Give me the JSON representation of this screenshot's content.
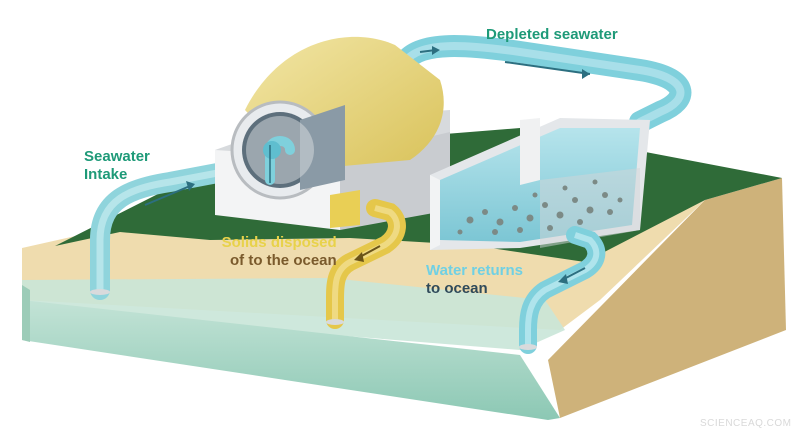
{
  "labels": {
    "intake_line1": "Seawater",
    "intake_line2": "Intake",
    "depleted": "Depleted seawater",
    "solids_line1": "Solids disposed",
    "solids_line2": "of to the ocean",
    "returns_line1": "Water returns",
    "returns_line2": "to ocean"
  },
  "watermark": "SCIENCEAQ.COM",
  "colors": {
    "grass": "#2f6b38",
    "soil": "#e7d29f",
    "sea": "#a9d6c4",
    "pipe_teal": "#7fd0dc",
    "pipe_yellow": "#e5c74a",
    "drum_yellow": "#ecdc86",
    "tank_wall": "#e9ebed",
    "water": "#8fd0dc",
    "label_green": "#1e9a78"
  }
}
